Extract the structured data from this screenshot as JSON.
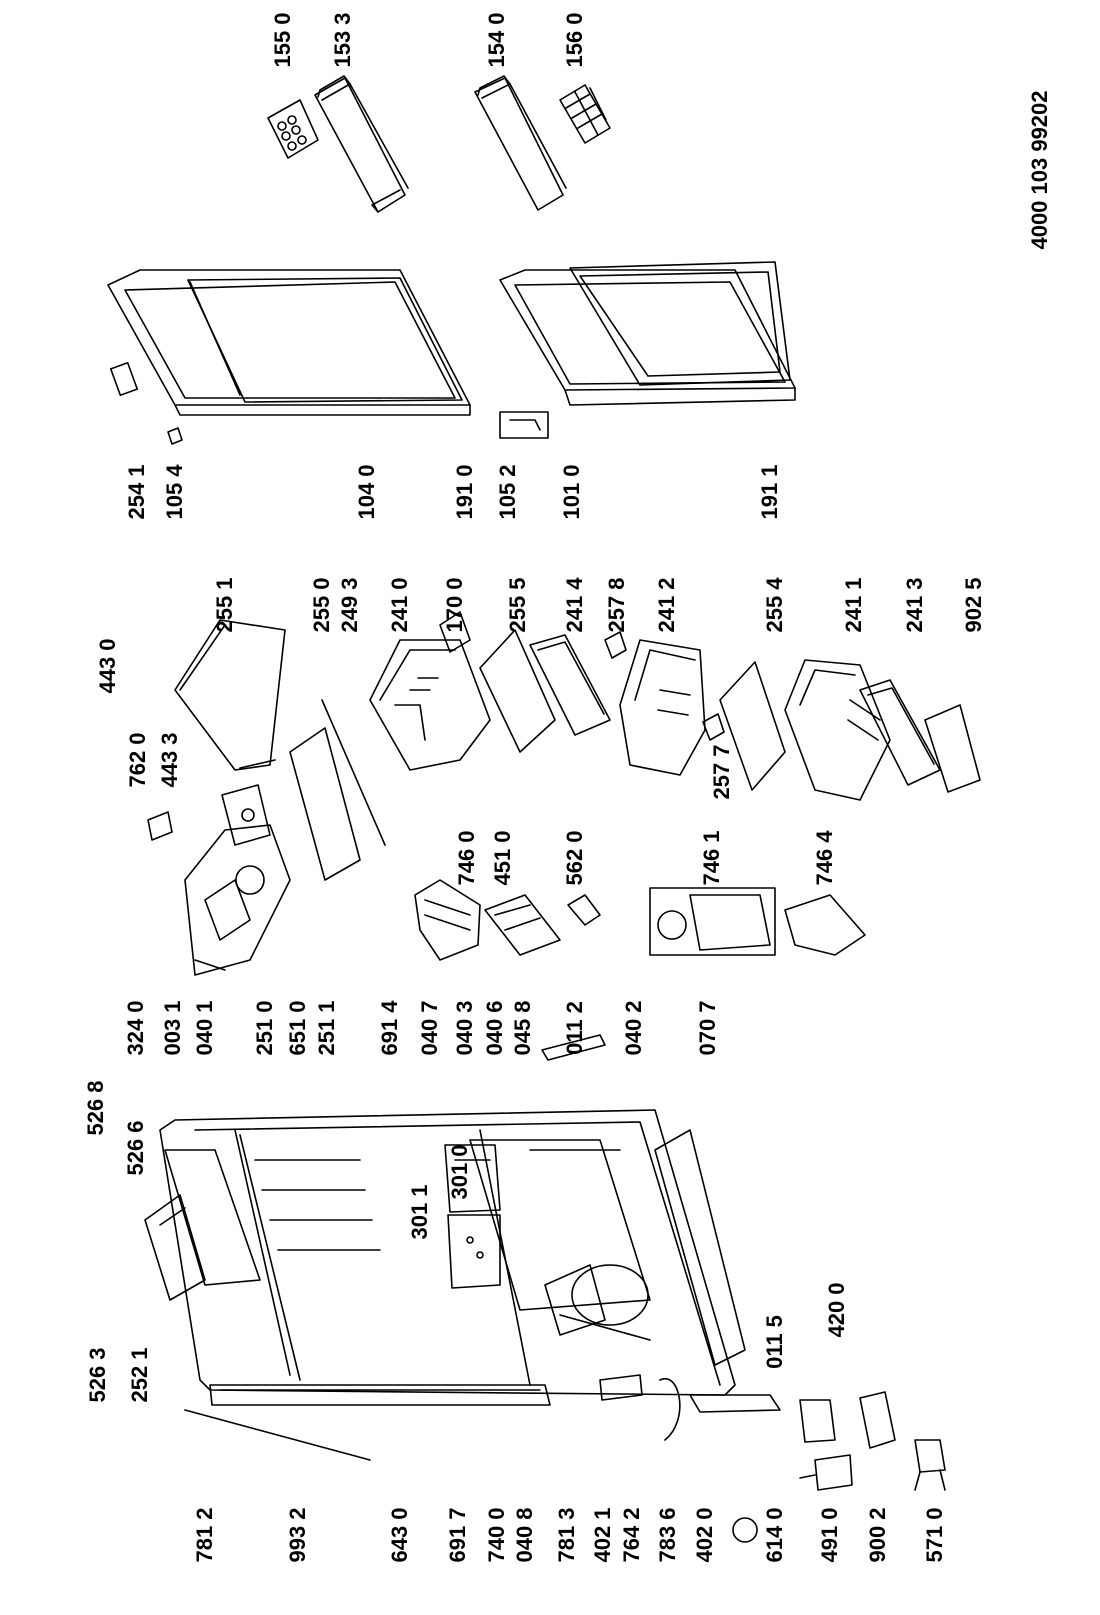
{
  "document": {
    "code": "4000 103 99202"
  },
  "labels": {
    "p155_0": "155 0",
    "p153_3": "153 3",
    "p154_0": "154 0",
    "p156_0": "156 0",
    "p254_1": "254 1",
    "p105_4": "105 4",
    "p104_0": "104 0",
    "p191_0": "191 0",
    "p105_2": "105 2",
    "p101_0": "101 0",
    "p191_1": "191 1",
    "p443_0": "443 0",
    "p762_0": "762 0",
    "p443_3": "443 3",
    "p255_1": "255 1",
    "p255_0": "255 0",
    "p249_3": "249 3",
    "p241_0": "241 0",
    "p170_0": "170 0",
    "p255_5": "255 5",
    "p241_4": "241 4",
    "p257_8": "257 8",
    "p241_2": "241 2",
    "p257_7": "257 7",
    "p255_4": "255 4",
    "p241_1": "241 1",
    "p241_3": "241 3",
    "p902_5": "902 5",
    "p746_0": "746 0",
    "p451_0": "451 0",
    "p562_0": "562 0",
    "p746_1": "746 1",
    "p746_4": "746 4",
    "p526_8": "526 8",
    "p324_0": "324 0",
    "p003_1": "003 1",
    "p040_1": "040 1",
    "p526_6": "526 6",
    "p251_0": "251 0",
    "p651_0": "651 0",
    "p251_1": "251 1",
    "p691_4": "691 4",
    "p040_7": "040 7",
    "p040_3": "040 3",
    "p040_6": "040 6",
    "p045_8": "045 8",
    "p011_2": "011 2",
    "p040_2": "040 2",
    "p070_7": "070 7",
    "p301_0": "301 0",
    "p301_1": "301 1",
    "p526_3": "526 3",
    "p252_1": "252 1",
    "p011_5": "011 5",
    "p420_0": "420 0",
    "p781_2": "781 2",
    "p993_2": "993 2",
    "p643_0": "643 0",
    "p691_7": "691 7",
    "p740_0": "740 0",
    "p040_8": "040 8",
    "p781_3": "781 3",
    "p402_1": "402 1",
    "p764_2": "764 2",
    "p783_6": "783 6",
    "p402_0": "402 0",
    "p614_0": "614 0",
    "p491_0": "491 0",
    "p900_2": "900 2",
    "p571_0": "571 0"
  },
  "icons": {
    "exploded-view": "fridge-freezer-exploded-parts-diagram"
  }
}
